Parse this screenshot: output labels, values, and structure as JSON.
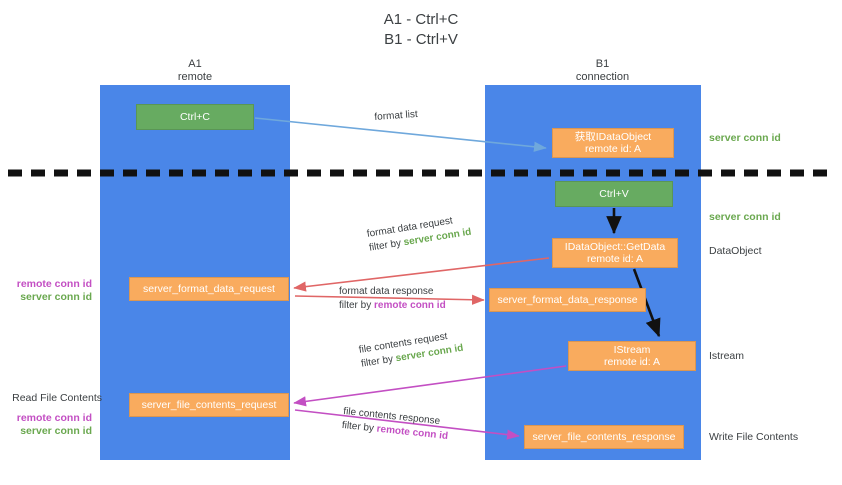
{
  "title": {
    "line1": "A1 - Ctrl+C",
    "line2": "B1 - Ctrl+V"
  },
  "lanes": {
    "a": {
      "name": "A1",
      "role": "remote"
    },
    "b": {
      "name": "B1",
      "role": "connection"
    }
  },
  "boxes": {
    "ctrl_c": {
      "label": "Ctrl+C"
    },
    "ctrl_v": {
      "label": "Ctrl+V"
    },
    "get_idataobject": {
      "line1": "获取IDataObject",
      "line2": "remote id: A"
    },
    "idataobject_getdata": {
      "line1": "IDataObject::GetData",
      "line2": "remote id: A"
    },
    "istream": {
      "line1": "IStream",
      "line2": "remote id: A"
    },
    "server_format_data_request": {
      "label": "server_format_data_request"
    },
    "server_format_data_response": {
      "label": "server_format_data_response"
    },
    "server_file_contents_request": {
      "label": "server_file_contents_request"
    },
    "server_file_contents_response": {
      "label": "server_file_contents_response"
    }
  },
  "arrow_labels": {
    "format_list": {
      "text": "format list"
    },
    "format_data_request": {
      "line1": "format data request",
      "prefix": "filter by ",
      "highlight": "server conn id"
    },
    "format_data_response": {
      "line1": "format data response",
      "prefix": "filter by ",
      "highlight": "remote conn id"
    },
    "file_contents_request": {
      "line1": "file contents request",
      "prefix": "filter by ",
      "highlight": "server conn id"
    },
    "file_contents_response": {
      "line1": "file contents response",
      "prefix": "filter by ",
      "highlight": "remote conn id"
    }
  },
  "side_labels": {
    "server_conn_id_top": "server conn id",
    "server_conn_id_mid": "server conn id",
    "dataobject": "DataObject",
    "istream": "Istream",
    "write_file_contents": "Write File Contents",
    "read_file_contents": "Read File Contents",
    "remote_conn_id": "remote conn id",
    "server_conn_id": "server conn id"
  },
  "colors": {
    "lane": "#4a86e8",
    "green_box": "#67ab61",
    "orange_box": "#f9ab5e",
    "green_text": "#6aa84f",
    "magenta_text": "#c34fc3",
    "arrow_blue": "#6fa8dc",
    "arrow_red": "#e06666",
    "arrow_magenta": "#c34fc3",
    "arrow_black": "#000000",
    "text": "#3c4043",
    "background": "#ffffff"
  }
}
